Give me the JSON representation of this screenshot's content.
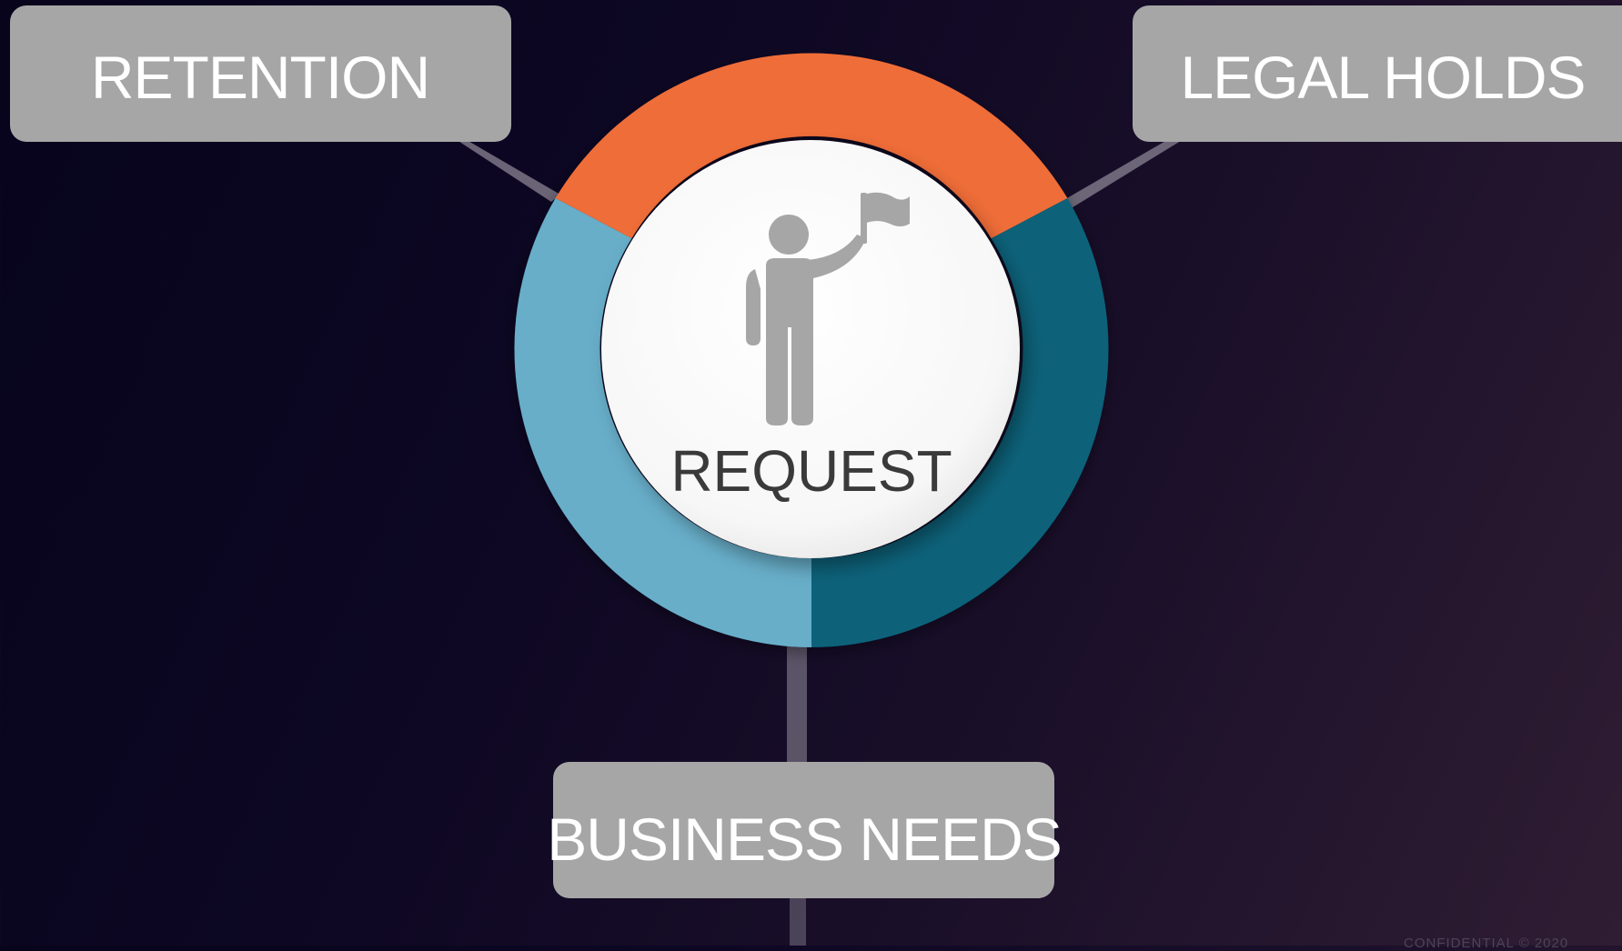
{
  "diagram": {
    "center": {
      "label": "REQUEST",
      "icon": "person-with-flag-icon"
    },
    "nodes": {
      "retention": "RETENTION",
      "legal_holds": "LEGAL HOLDS",
      "business_needs": "BUSINESS NEEDS"
    },
    "colors": {
      "orange_segment": "#ef6d38",
      "light_blue_segment": "#68aec9",
      "dark_teal_segment": "#07627a",
      "label_box": "#a6a6a6",
      "center_disc": "#ffffff",
      "icon": "#a6a6a6"
    }
  },
  "footer": {
    "text": "CONFIDENTIAL © 2020"
  }
}
